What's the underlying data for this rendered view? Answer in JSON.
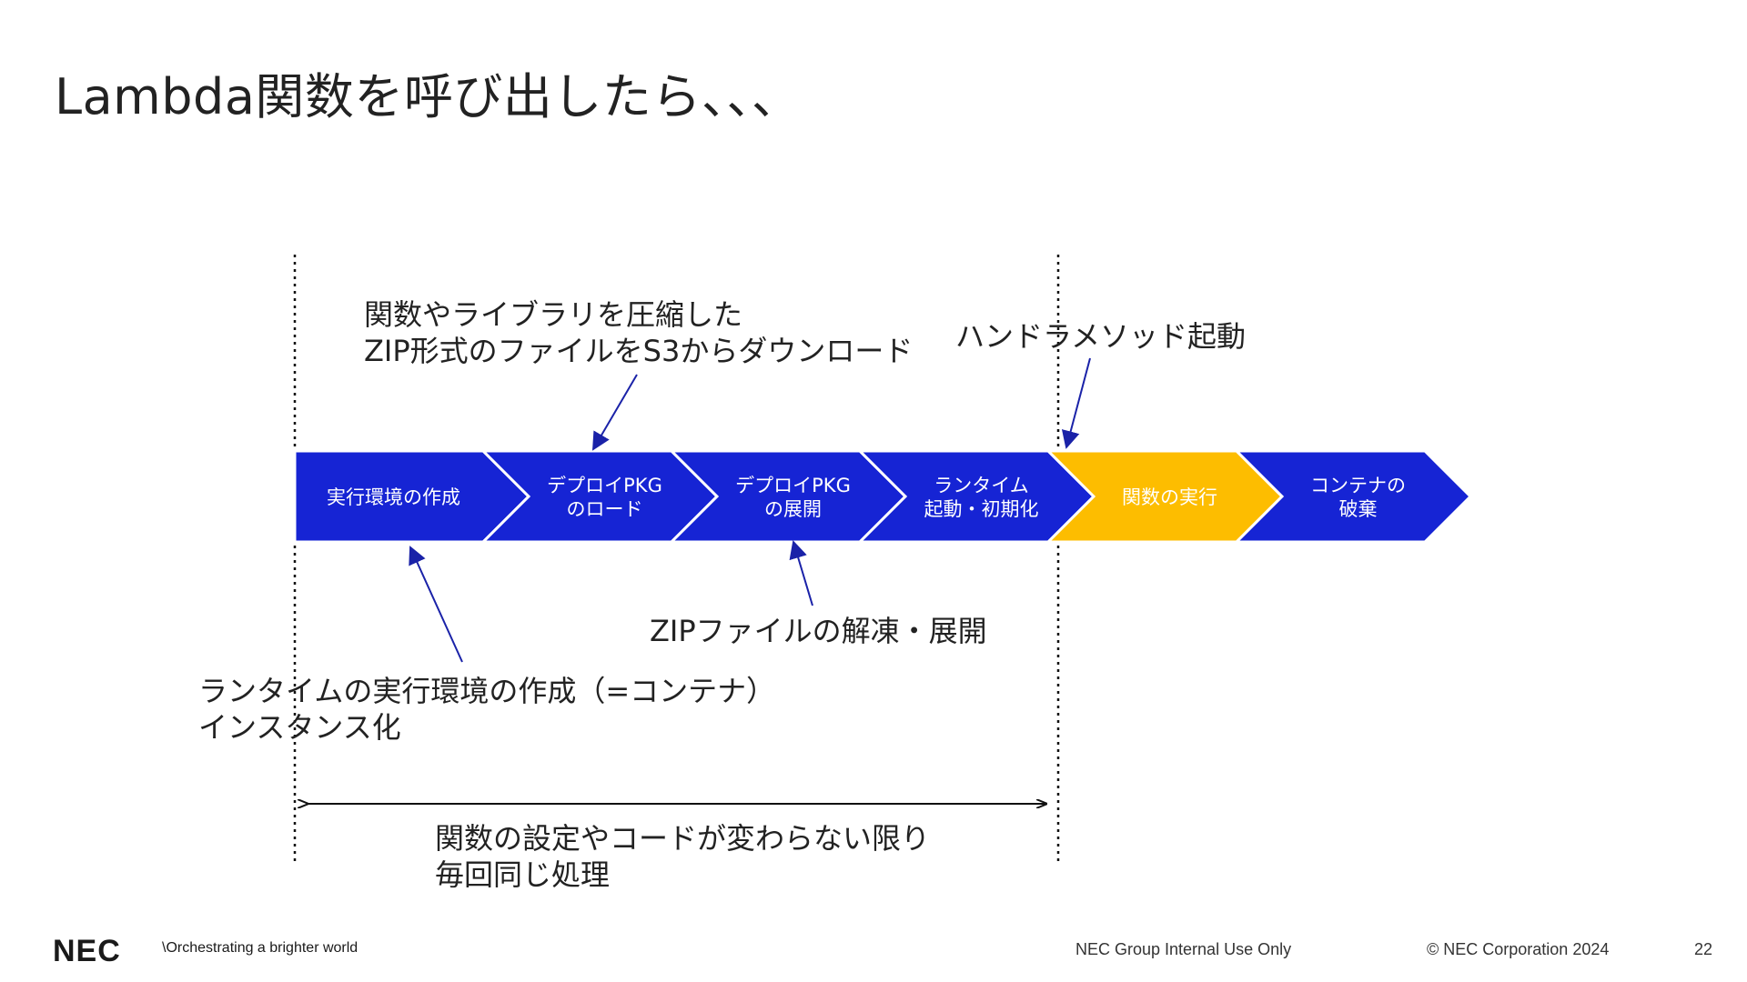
{
  "title": "Lambda関数を呼び出したら、、、",
  "colors": {
    "step_blue": "#1624d4",
    "step_yellow": "#fdbd00",
    "arrow_blue": "#1a22a8",
    "line_black": "#111111"
  },
  "steps": [
    {
      "lines": [
        "実行環境の作成"
      ],
      "color": "blue"
    },
    {
      "lines": [
        "デプロイPKG",
        "のロード"
      ],
      "color": "blue"
    },
    {
      "lines": [
        "デプロイPKG",
        "の展開"
      ],
      "color": "blue"
    },
    {
      "lines": [
        "ランタイム",
        "起動・初期化"
      ],
      "color": "blue"
    },
    {
      "lines": [
        "関数の実行"
      ],
      "color": "yellow"
    },
    {
      "lines": [
        "コンテナの",
        "破棄"
      ],
      "color": "blue"
    }
  ],
  "annotations": {
    "zip_download": [
      "関数やライブラリを圧縮した",
      "ZIP形式のファイルをS3からダウンロード"
    ],
    "handler": [
      "ハンドラメソッド起動"
    ],
    "unzip": [
      "ZIPファイルの解凍・展開"
    ],
    "runtime_env": [
      "ランタイムの実行環境の作成（=コンテナ）",
      "インスタンス化"
    ],
    "same_process": [
      "関数の設定やコードが変わらない限り",
      "毎回同じ処理"
    ]
  },
  "footer": {
    "logo": "NEC",
    "tagline": "\\Orchestrating a brighter world",
    "internal": "NEC Group Internal Use Only",
    "copyright": "© NEC Corporation 2024",
    "page": "22"
  }
}
